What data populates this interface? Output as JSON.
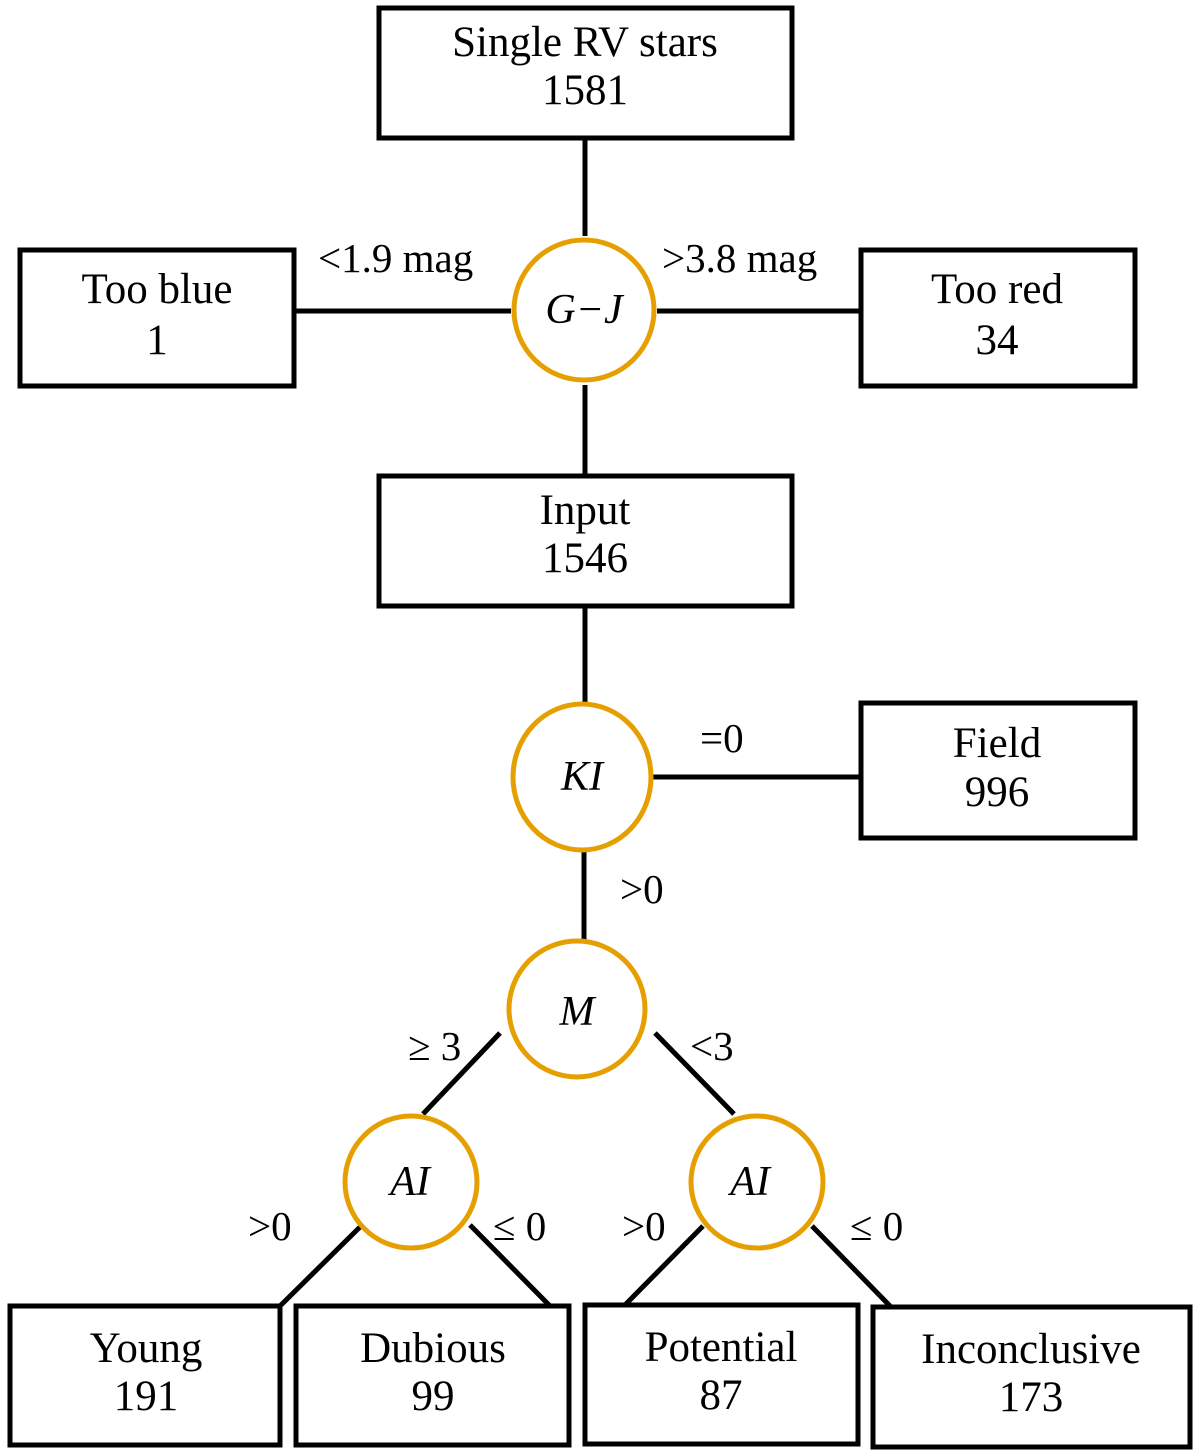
{
  "colors": {
    "decision_node": "#e69f00",
    "box_stroke": "#000000",
    "edge": "#000000"
  },
  "boxes": {
    "single_rv": {
      "title": "Single RV stars",
      "count": "1581"
    },
    "too_blue": {
      "title": "Too blue",
      "count": "1"
    },
    "too_red": {
      "title": "Too red",
      "count": "34"
    },
    "input": {
      "title": "Input",
      "count": "1546"
    },
    "field": {
      "title": "Field",
      "count": "996"
    },
    "young": {
      "title": "Young",
      "count": "191"
    },
    "dubious": {
      "title": "Dubious",
      "count": "99"
    },
    "potential": {
      "title": "Potential",
      "count": "87"
    },
    "inconclusive": {
      "title": "Inconclusive",
      "count": "173"
    }
  },
  "nodes": {
    "gj": "G−J",
    "ki": "KI",
    "m": "M",
    "ai_left": "AI",
    "ai_right": "AI"
  },
  "edge_labels": {
    "gj_blue": "<1.9 mag",
    "gj_red": ">3.8 mag",
    "ki_zero": "=0",
    "ki_pos": ">0",
    "m_ge3": "≥ 3",
    "m_lt3": "<3",
    "ai_left_pos": ">0",
    "ai_left_le0": "≤ 0",
    "ai_right_pos": ">0",
    "ai_right_le0": "≤ 0"
  }
}
